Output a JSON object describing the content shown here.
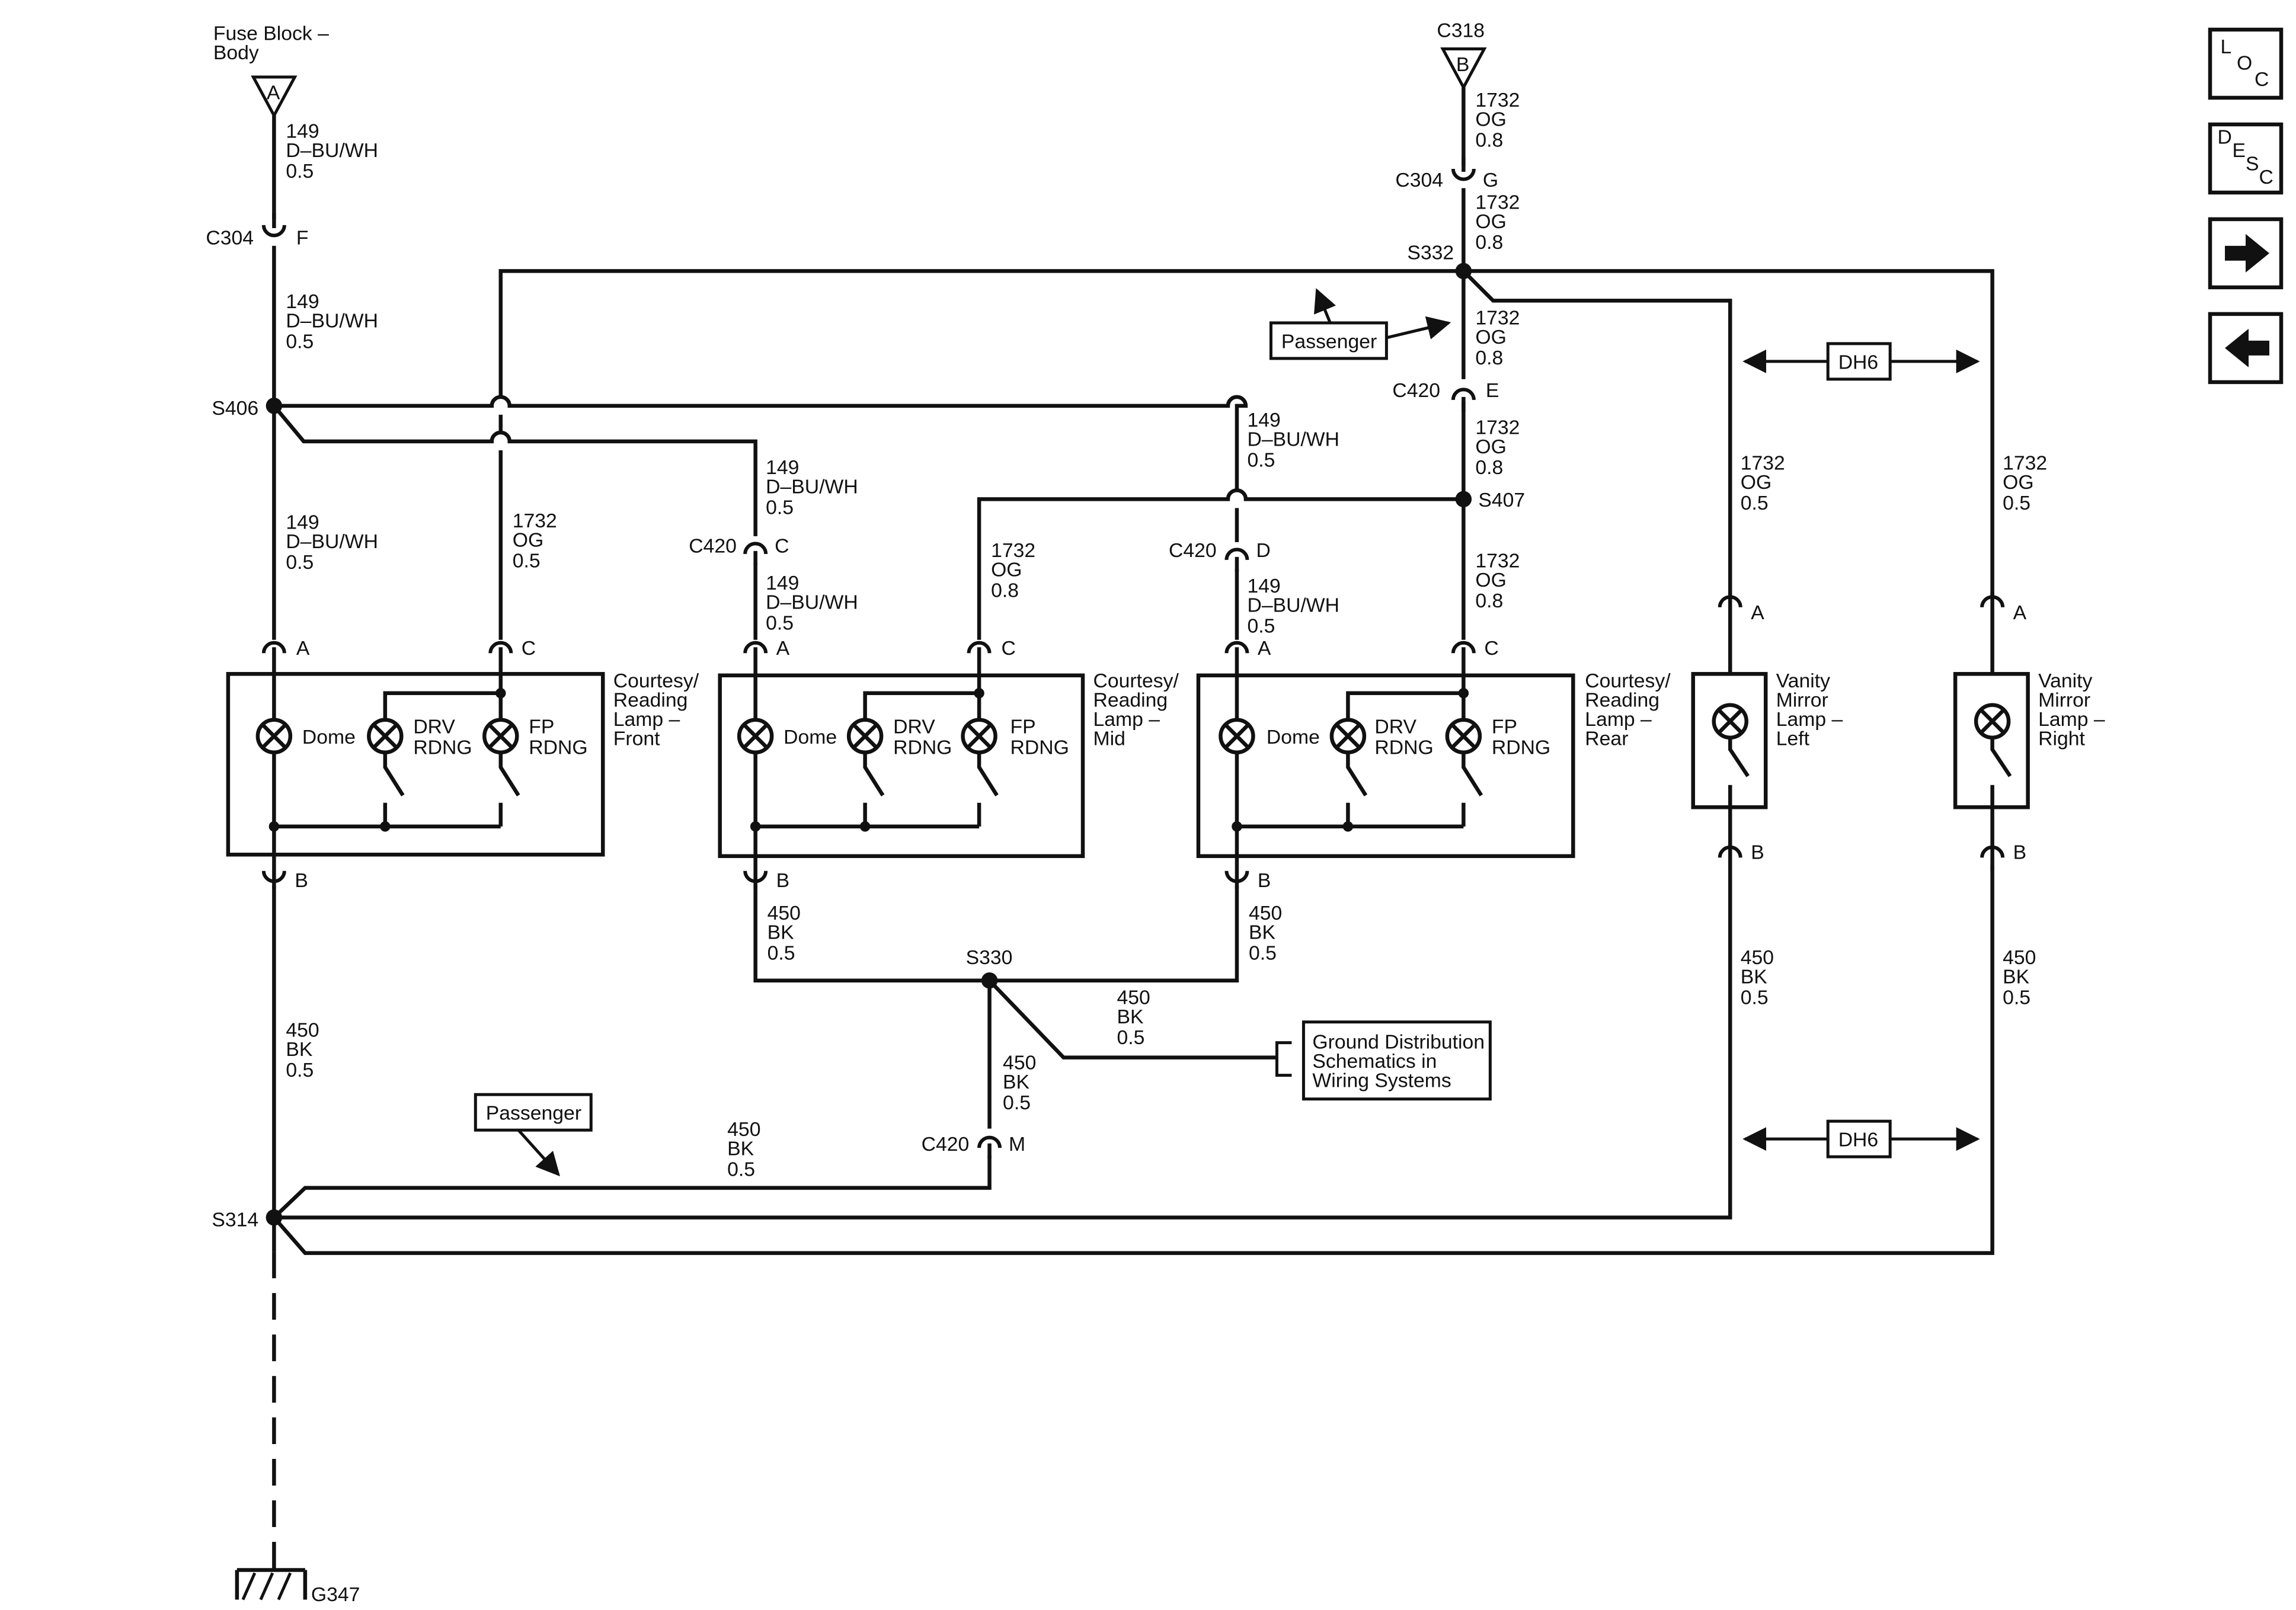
{
  "nav": {
    "loc": {
      "l1": "L",
      "l2": "O",
      "l3": "C"
    },
    "desc": {
      "l1": "D",
      "l2": "E",
      "l3": "S",
      "l4": "C"
    },
    "next": "right-arrow-icon",
    "prev": "left-arrow-icon"
  },
  "sources": {
    "fuse_block": {
      "line1": "Fuse Block –",
      "line2": "Body",
      "term": "A"
    },
    "c318": {
      "name": "C318",
      "term": "B"
    }
  },
  "wires": {
    "w149": {
      "num": "149",
      "color": "D–BU/WH",
      "size": "0.5"
    },
    "w1732_08": {
      "num": "1732",
      "color": "OG",
      "size": "0.8"
    },
    "w1732_05": {
      "num": "1732",
      "color": "OG",
      "size": "0.5"
    },
    "w450": {
      "num": "450",
      "color": "BK",
      "size": "0.5"
    }
  },
  "connectors": {
    "c304": "C304",
    "c420": "C420",
    "pin_a": "A",
    "pin_b": "B",
    "pin_c": "C",
    "pin_d": "D",
    "pin_e": "E",
    "pin_f": "F",
    "pin_g": "G",
    "pin_m": "M"
  },
  "splices": {
    "s332": "S332",
    "s406": "S406",
    "s407": "S407",
    "s330": "S330",
    "s314": "S314"
  },
  "lamps": {
    "dome": "Dome",
    "drv": {
      "l1": "DRV",
      "l2": "RDNG"
    },
    "fp": {
      "l1": "FP",
      "l2": "RDNG"
    },
    "front": {
      "l1": "Courtesy/",
      "l2": "Reading",
      "l3": "Lamp –",
      "l4": "Front"
    },
    "mid": {
      "l1": "Courtesy/",
      "l2": "Reading",
      "l3": "Lamp –",
      "l4": "Mid"
    },
    "rear": {
      "l1": "Courtesy/",
      "l2": "Reading",
      "l3": "Lamp –",
      "l4": "Rear"
    },
    "vanity_left": {
      "l1": "Vanity",
      "l2": "Mirror",
      "l3": "Lamp –",
      "l4": "Left"
    },
    "vanity_right": {
      "l1": "Vanity",
      "l2": "Mirror",
      "l3": "Lamp –",
      "l4": "Right"
    }
  },
  "labels": {
    "passenger": "Passenger",
    "dh6": "DH6",
    "ground_dist": {
      "l1": "Ground Distribution",
      "l2": "Schematics in",
      "l3": "Wiring Systems"
    },
    "ground": "G347"
  }
}
